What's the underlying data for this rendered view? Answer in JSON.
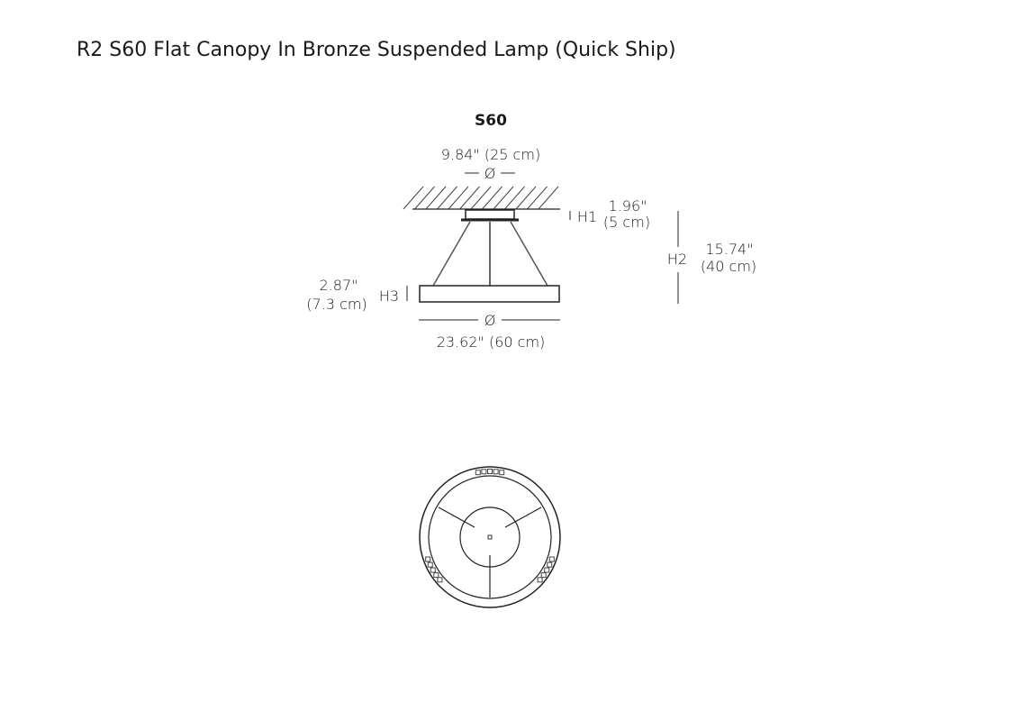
{
  "title": "R2 S60 Flat Canopy In Bronze Suspended Lamp (Quick Ship)",
  "model": "S60",
  "dimensions": {
    "canopy_diameter": "9.84\" (25 cm)",
    "diameter_symbol": "Ø",
    "h1_label": "H1",
    "h1_in": "1.96\"",
    "h1_cm": "(5 cm)",
    "h2_label": "H2",
    "h2_in": "15.74\"",
    "h2_cm": "(40 cm)",
    "h3_label": "H3",
    "h3_in": "2.87\"",
    "h3_cm": "(7.3 cm)",
    "ring_diameter": "23.62\" (60 cm)"
  }
}
